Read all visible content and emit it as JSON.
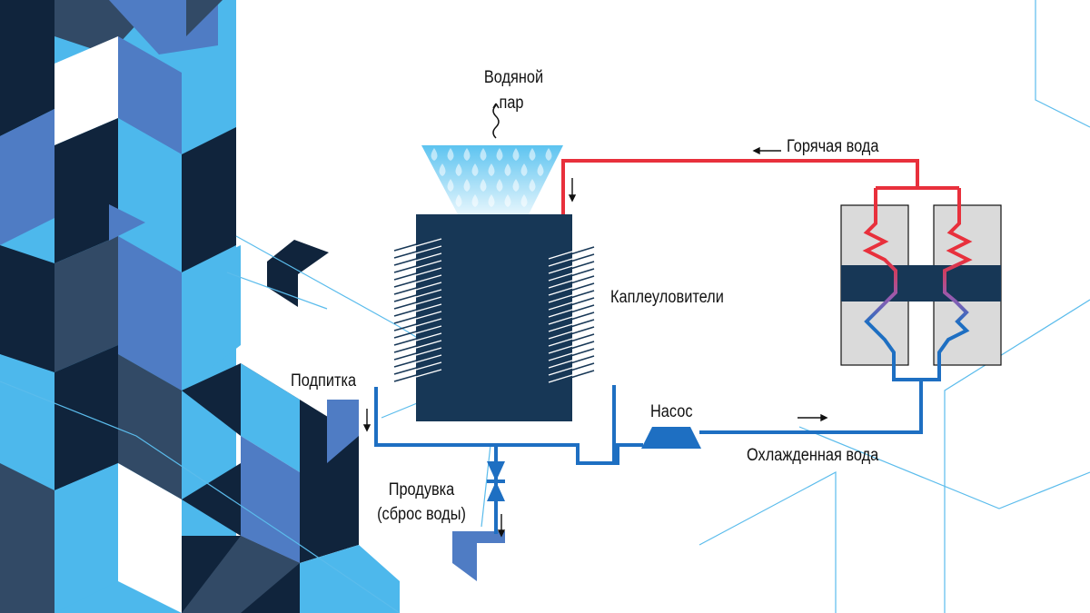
{
  "labels": {
    "vapor_line1": "Водяной",
    "vapor_line2": "пар",
    "hot_water": "Горячая вода",
    "drift_eliminators": "Каплеуловители",
    "makeup": "Подпитка",
    "pump": "Насос",
    "cooled_water": "Охлажденная вода",
    "blowdown_line1": "Продувка",
    "blowdown_line2": "(сброс воды)"
  },
  "colors": {
    "tower": "#173756",
    "pipe_cold": "#1e6fc2",
    "pipe_hot": "#e8303c",
    "pump": "#1e6fc2",
    "exchanger_box": "#dadada",
    "bg_light_blue": "#4db8ec",
    "bg_dark_navy": "#10243c",
    "bg_mid_blue": "#4f7cc4",
    "bg_slate": "#324a66"
  },
  "icons": [
    "water-vapor-squiggle-icon",
    "flow-arrow-icon",
    "pump-icon",
    "valve-icon",
    "water-droplets-icon"
  ]
}
